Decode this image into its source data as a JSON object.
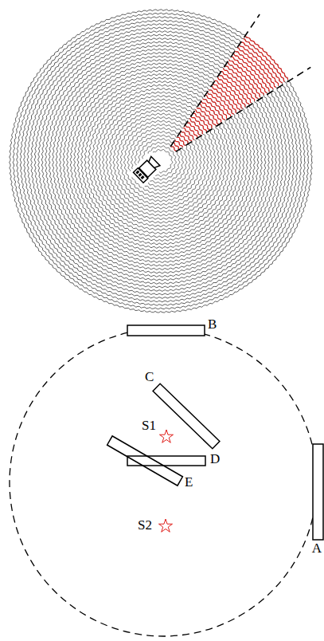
{
  "diagram": {
    "labels": [
      "B",
      "C",
      "S1",
      "D",
      "E",
      "S2",
      "A"
    ]
  }
}
